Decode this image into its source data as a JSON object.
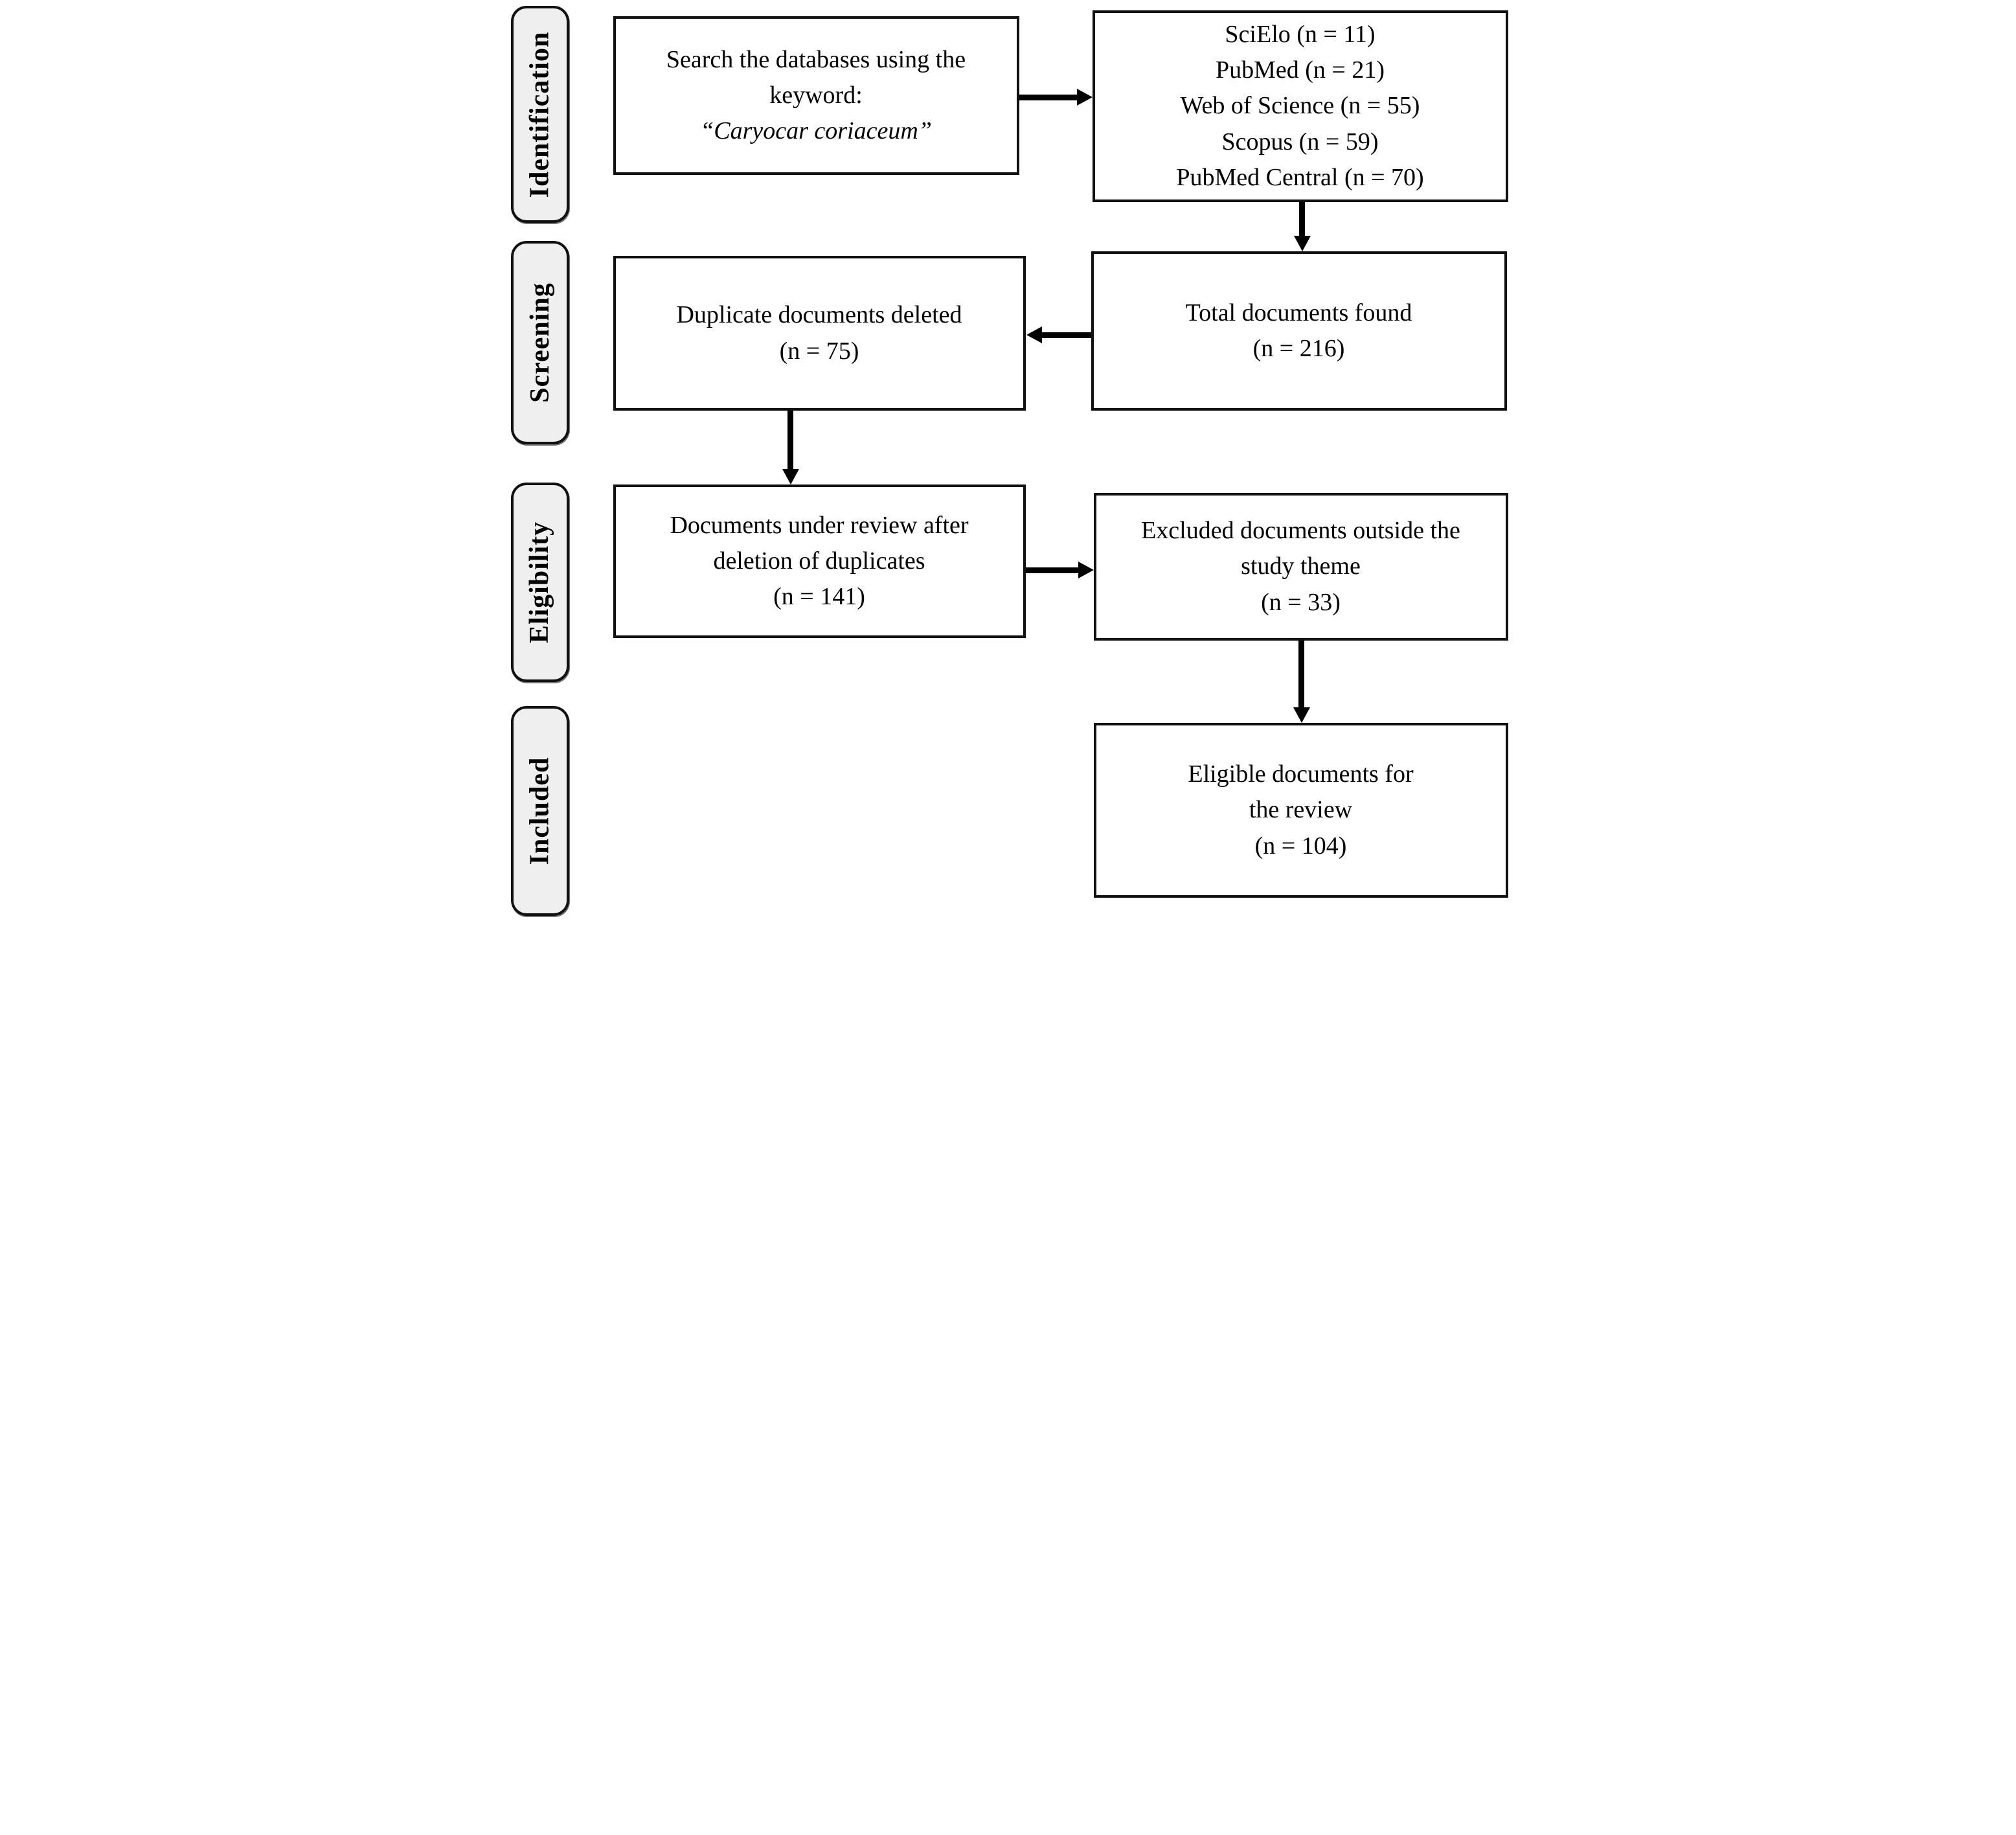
{
  "figure": {
    "type": "prisma-flow-diagram",
    "stages": {
      "identification": "Identification",
      "screening": "Screening",
      "eligibility": "Eligibility",
      "included": "Included"
    },
    "boxes": {
      "search": {
        "line1": "Search the databases using the",
        "line2": "keyword:",
        "keyword": "“Caryocar coriaceum”"
      },
      "databases": {
        "line1": "SciElo (n = 11)",
        "line2": "PubMed (n = 21)",
        "line3": "Web of Science (n = 55)",
        "line4": "Scopus (n = 59)",
        "line5": "PubMed Central (n = 70)"
      },
      "duplicates_deleted": {
        "line1": "Duplicate documents deleted",
        "line2": "(n = 75)"
      },
      "total_found": {
        "line1": "Total documents found",
        "line2": "(n = 216)"
      },
      "under_review": {
        "line1": "Documents under review after",
        "line2": "deletion of duplicates",
        "line3": "(n = 141)"
      },
      "excluded": {
        "line1": "Excluded documents outside the",
        "line2": "study theme",
        "line3": "(n = 33)"
      },
      "eligible": {
        "line1": "Eligible documents for",
        "line2": "the review",
        "line3": "(n = 104)"
      }
    },
    "colors": {
      "stage_fill": "#efefef",
      "line": "#000000",
      "background": "#ffffff"
    }
  }
}
